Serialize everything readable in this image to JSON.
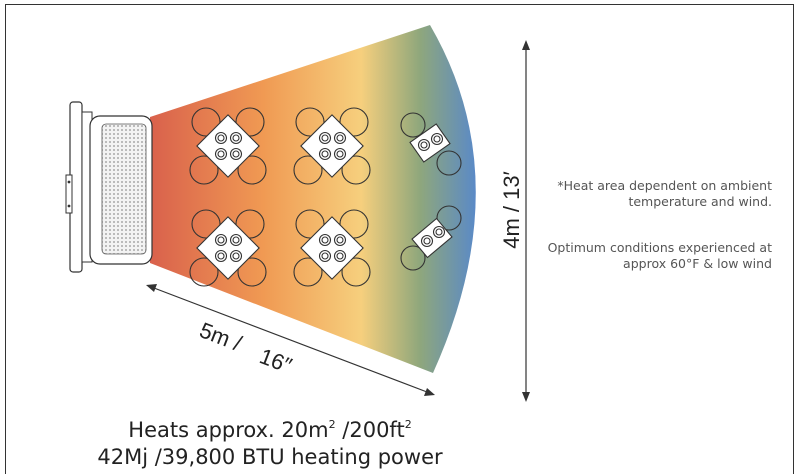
{
  "labels": {
    "width_dimension": "4m / 13′",
    "depth_metric": "5m /",
    "depth_imperial": "16″"
  },
  "notes": {
    "note_1": "*Heat area dependent on ambient temperature and wind.",
    "note_2": "Optimum conditions experienced at approx 60°F  & low wind"
  },
  "headline": {
    "heats_prefix": "Heats approx.  20m",
    "sup_1": "2",
    "mid": " /200ft",
    "sup_2": "2",
    "power": "42Mj /39,800 BTU heating power"
  },
  "colors": {
    "heat_red": "#d9614c",
    "heat_orange": "#f09a53",
    "heat_yellow": "#f6cf7d",
    "heat_green": "#8fa77c",
    "heat_blue": "#5b8ac6",
    "line": "#333333"
  }
}
